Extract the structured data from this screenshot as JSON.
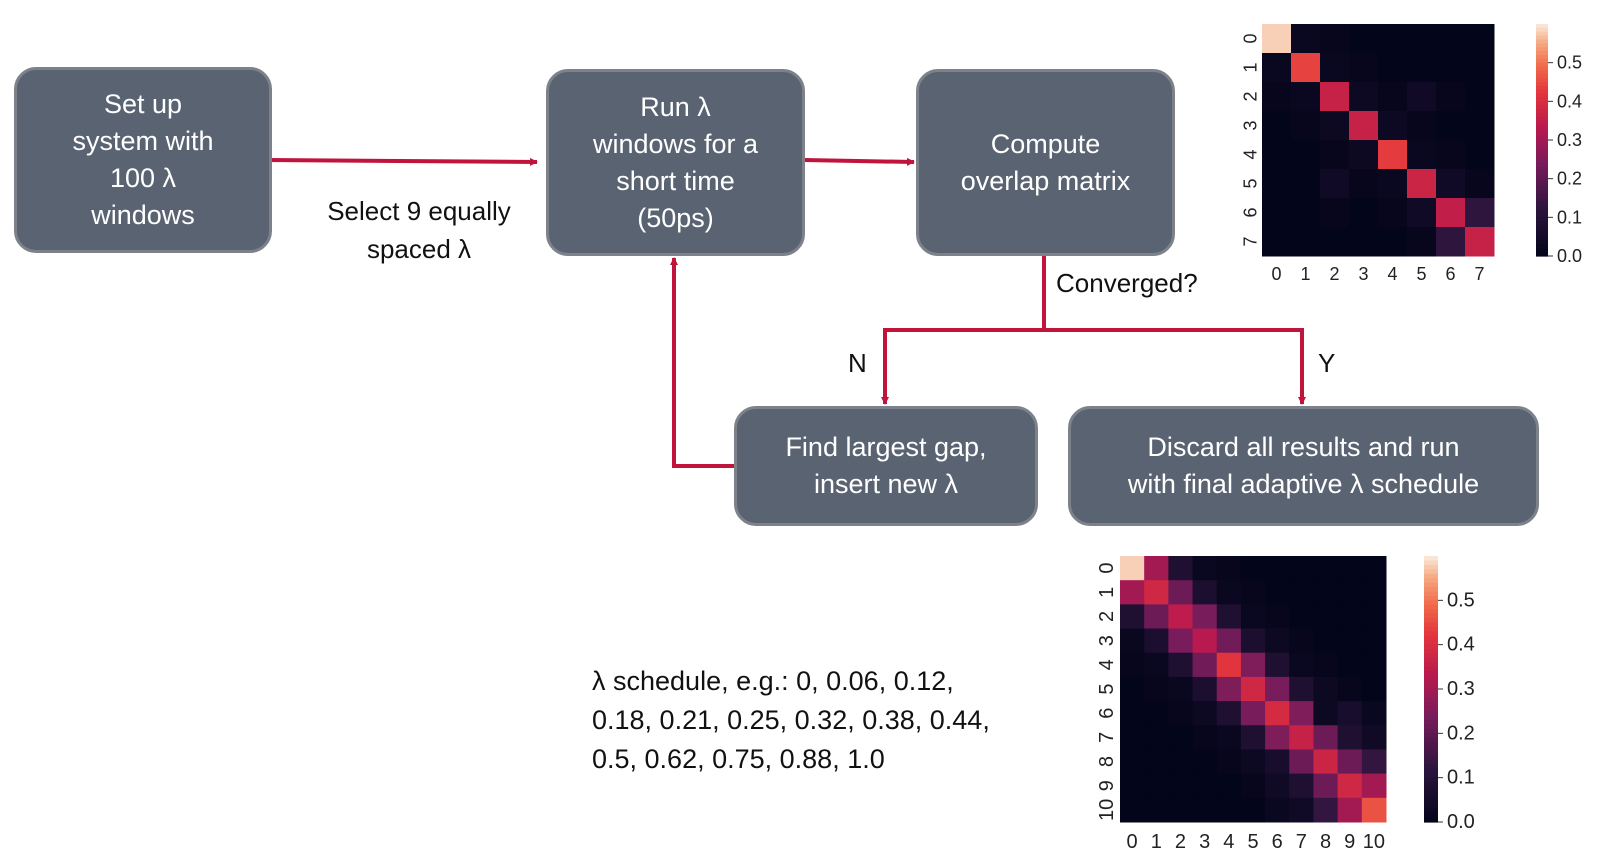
{
  "flow": {
    "setup": "Set up\nsystem with\n100 λ\nwindows",
    "run": "Run λ\nwindows for a\nshort time\n(50ps)",
    "compute": "Compute\noverlap matrix",
    "find_gap": "Find largest gap,\ninsert new λ",
    "discard": "Discard all results and run\nwith final adaptive λ schedule"
  },
  "labels": {
    "select": "Select  9 equally\nspaced λ",
    "converged": "Converged?",
    "no": "N",
    "yes": "Y",
    "schedule": "λ schedule, e.g.: 0, 0.06, 0.12,\n0.18, 0.21, 0.25, 0.32, 0.38, 0.44,\n0.5, 0.62, 0.75, 0.88, 1.0"
  },
  "colors": {
    "node_fill": "#5a6372",
    "node_border": "#7d828a",
    "arrow": "#c0143c"
  },
  "chart_data": [
    {
      "type": "heatmap",
      "x_labels": [
        "0",
        "1",
        "2",
        "3",
        "4",
        "5",
        "6",
        "7"
      ],
      "y_labels": [
        "0",
        "1",
        "2",
        "3",
        "4",
        "5",
        "6",
        "7"
      ],
      "colorbar_ticks": [
        0.0,
        0.1,
        0.2,
        0.3,
        0.4,
        0.5
      ],
      "vmin": 0.0,
      "vmax": 0.6,
      "colormap": "rocket",
      "values": [
        [
          0.58,
          0.02,
          0.01,
          0.0,
          0.0,
          0.0,
          0.0,
          0.0
        ],
        [
          0.02,
          0.44,
          0.02,
          0.01,
          0.0,
          0.0,
          0.0,
          0.0
        ],
        [
          0.01,
          0.02,
          0.36,
          0.03,
          0.01,
          0.04,
          0.01,
          0.0
        ],
        [
          0.0,
          0.01,
          0.03,
          0.36,
          0.03,
          0.01,
          0.0,
          0.0
        ],
        [
          0.0,
          0.0,
          0.01,
          0.03,
          0.43,
          0.02,
          0.01,
          0.0
        ],
        [
          0.0,
          0.0,
          0.04,
          0.01,
          0.02,
          0.37,
          0.04,
          0.01
        ],
        [
          0.0,
          0.0,
          0.01,
          0.0,
          0.01,
          0.04,
          0.35,
          0.12
        ],
        [
          0.0,
          0.0,
          0.0,
          0.0,
          0.0,
          0.01,
          0.12,
          0.36
        ]
      ]
    },
    {
      "type": "heatmap",
      "x_labels": [
        "0",
        "1",
        "2",
        "3",
        "4",
        "5",
        "6",
        "7",
        "8",
        "9",
        "10"
      ],
      "y_labels": [
        "0",
        "1",
        "2",
        "3",
        "4",
        "5",
        "6",
        "7",
        "8",
        "9",
        "10"
      ],
      "colorbar_ticks": [
        0.0,
        0.1,
        0.2,
        0.3,
        0.4,
        0.5
      ],
      "vmin": 0.0,
      "vmax": 0.6,
      "colormap": "rocket",
      "values": [
        [
          0.58,
          0.3,
          0.08,
          0.02,
          0.01,
          0.0,
          0.0,
          0.0,
          0.0,
          0.0,
          0.0
        ],
        [
          0.3,
          0.38,
          0.22,
          0.07,
          0.02,
          0.01,
          0.0,
          0.0,
          0.0,
          0.0,
          0.0
        ],
        [
          0.08,
          0.22,
          0.34,
          0.24,
          0.08,
          0.02,
          0.01,
          0.0,
          0.0,
          0.0,
          0.0
        ],
        [
          0.02,
          0.07,
          0.24,
          0.33,
          0.23,
          0.07,
          0.03,
          0.01,
          0.0,
          0.0,
          0.0
        ],
        [
          0.01,
          0.02,
          0.08,
          0.23,
          0.42,
          0.25,
          0.08,
          0.02,
          0.01,
          0.0,
          0.0
        ],
        [
          0.0,
          0.01,
          0.02,
          0.07,
          0.25,
          0.38,
          0.24,
          0.08,
          0.03,
          0.01,
          0.0
        ],
        [
          0.0,
          0.0,
          0.01,
          0.03,
          0.08,
          0.24,
          0.39,
          0.25,
          0.03,
          0.06,
          0.02
        ],
        [
          0.0,
          0.0,
          0.0,
          0.01,
          0.02,
          0.08,
          0.25,
          0.36,
          0.22,
          0.08,
          0.04
        ],
        [
          0.0,
          0.0,
          0.0,
          0.0,
          0.01,
          0.03,
          0.06,
          0.22,
          0.37,
          0.22,
          0.13
        ],
        [
          0.0,
          0.0,
          0.0,
          0.0,
          0.0,
          0.01,
          0.04,
          0.08,
          0.22,
          0.38,
          0.3
        ],
        [
          0.0,
          0.0,
          0.0,
          0.0,
          0.0,
          0.0,
          0.02,
          0.04,
          0.13,
          0.3,
          0.46
        ]
      ]
    }
  ]
}
